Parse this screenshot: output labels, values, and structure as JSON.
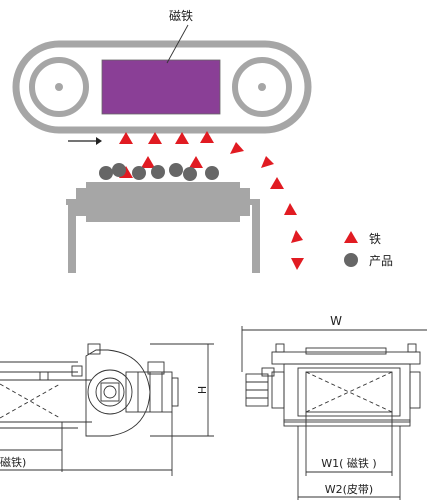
{
  "top": {
    "magnet_label": "磁铁"
  },
  "legend": {
    "items": [
      {
        "label": "铁",
        "marker": "red-triangle",
        "color": "#e11b22"
      },
      {
        "label": "产品",
        "marker": "gray-circle",
        "color": "#666666"
      }
    ]
  },
  "colors": {
    "magnet": "#8a3f96",
    "iron": "#e11b22",
    "product": "#666666",
    "frame": "#a6a6a6",
    "line": "#333333"
  },
  "dims": {
    "height_label": "H",
    "width_label": "W",
    "w1_label": "W1( 磁铁 )",
    "w2_label": "W2(皮带)",
    "left_partial_label": "磁铁)"
  }
}
